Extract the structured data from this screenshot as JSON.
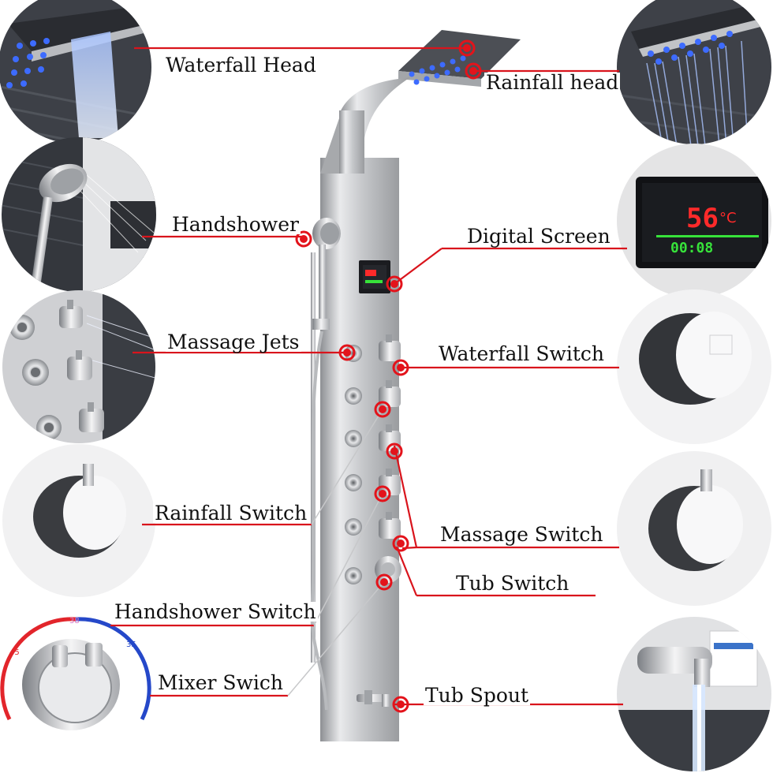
{
  "labels": {
    "waterfall_head": "Waterfall Head",
    "rainfall_head": "Rainfall head",
    "handshower": "Handshower",
    "digital_screen": "Digital Screen",
    "massage_jets": "Massage Jets",
    "waterfall_switch": "Waterfall Switch",
    "rainfall_switch": "Rainfall Switch",
    "massage_switch": "Massage Switch",
    "tub_switch": "Tub Switch",
    "handshower_switch": "Handshower Switch",
    "mixer_swich": "Mixer Swich",
    "tub_spout": "Tub Spout"
  },
  "screen_display": {
    "temperature": "56",
    "unit": "°C",
    "timer": "00:08"
  },
  "dial_scale": {
    "left": "45",
    "top": "38",
    "right": "35"
  },
  "colors": {
    "line": "#d9141c",
    "led_blue": "#2b5bff",
    "screen_red": "#ff2a2a",
    "screen_green": "#37e23a",
    "steel": "#c8c9cb"
  }
}
